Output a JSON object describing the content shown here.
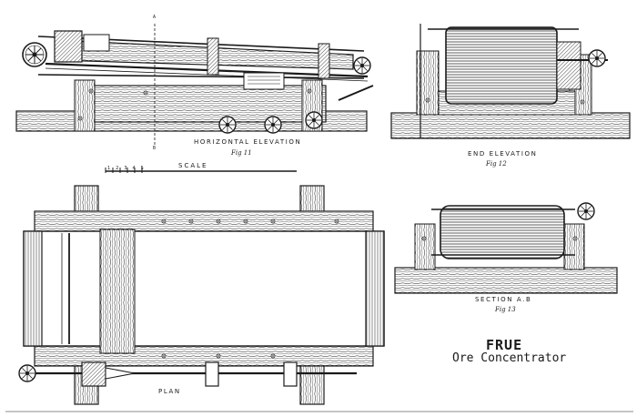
{
  "drawing": {
    "title": "FRUE",
    "subtitle": "Ore Concentrator",
    "scale_label": "SCALE",
    "scale_numbers": "1 2 3 4 5",
    "views": [
      {
        "key": "horizontal_elevation",
        "caption": "HORIZONTAL  ELEVATION",
        "fig": "Fig 11"
      },
      {
        "key": "end_elevation",
        "caption": "END  ELEVATION",
        "fig": "Fig 12"
      },
      {
        "key": "section_ab",
        "caption": "SECTION  A.B",
        "fig": "Fig 13"
      },
      {
        "key": "plan",
        "caption": "PLAN",
        "fig": ""
      }
    ],
    "section_marks": {
      "top": "A",
      "bottom": "B"
    }
  },
  "colors": {
    "ink": "#1a1a1a",
    "paper": "#ffffff"
  }
}
